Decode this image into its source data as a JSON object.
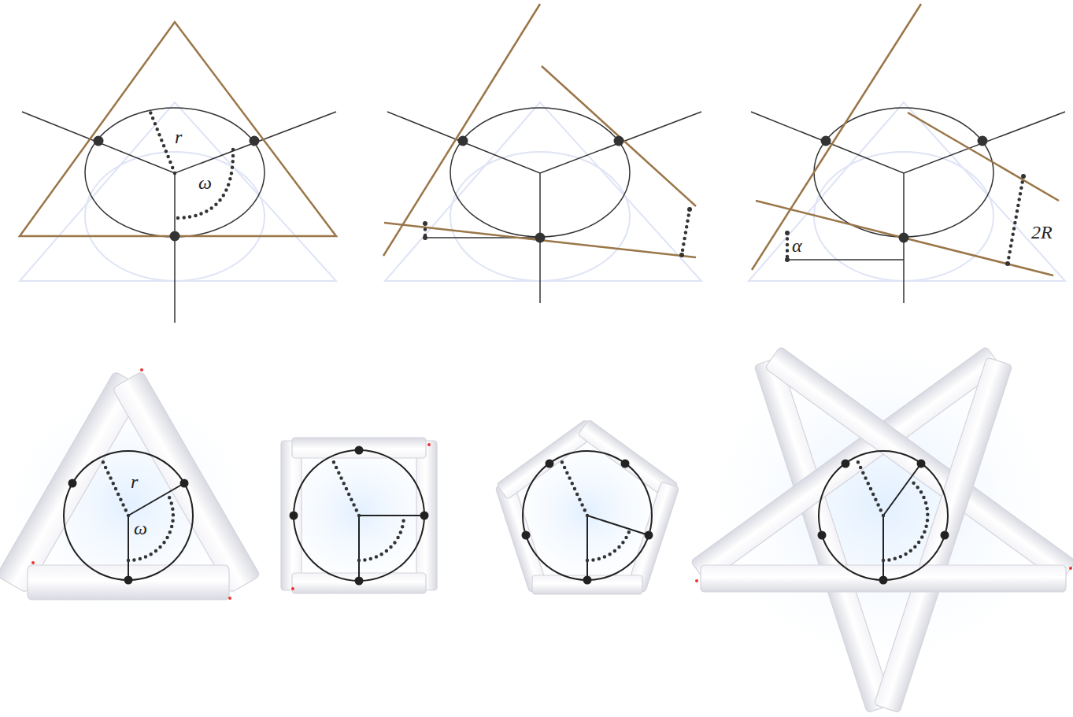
{
  "diagram": {
    "labels": [
      "r",
      "ω",
      "α",
      "2R",
      "r",
      "ω"
    ]
  }
}
